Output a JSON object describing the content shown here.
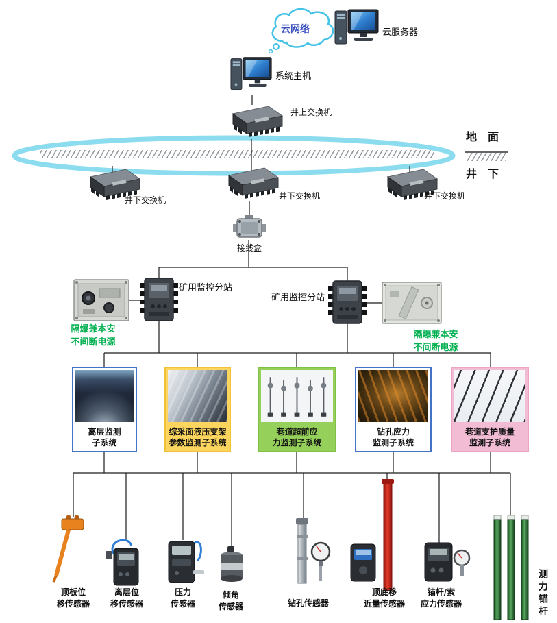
{
  "cloud": {
    "label": "云网络",
    "label_color": "#3a50c0",
    "server_label": "云服务器"
  },
  "host": {
    "label": "系统主机"
  },
  "surface_switch": {
    "label": "井上交换机"
  },
  "ground": {
    "surface_label": "地　面",
    "underground_label": "井　下"
  },
  "underground_switches": [
    {
      "label": "井下交换机"
    },
    {
      "label": "井下交换机"
    },
    {
      "label": "井下交换机"
    }
  ],
  "junction": {
    "label": "接线盒"
  },
  "substations": {
    "left_label": "矿用监控分站",
    "right_label": "矿用监控分站"
  },
  "ups": {
    "label_color": "#00b050",
    "left_label": "隔爆兼本安\n不间断电源",
    "right_label": "隔爆兼本安\n不间断电源"
  },
  "subsystems": [
    {
      "label": "离层监测\n子系统",
      "border": "#4472c4",
      "bg": "#ffffff"
    },
    {
      "label": "综采面液压支架\n参数监测子系统",
      "border": "#f2c23c",
      "bg": "#fbd55e"
    },
    {
      "label": "巷道超前应\n力监测子系统",
      "border": "#7ec145",
      "bg": "#95d05a"
    },
    {
      "label": "钻孔应力\n监测子系统",
      "border": "#4472c4",
      "bg": "#ffffff"
    },
    {
      "label": "巷道支护质量\n监测子系统",
      "border": "#eaa6c4",
      "bg": "#f2bcd4"
    }
  ],
  "sensors": [
    {
      "label": "顶板位\n移传感器"
    },
    {
      "label": "离层位\n移传感器"
    },
    {
      "label": "压力\n传感器"
    },
    {
      "label": "倾角\n传感器"
    },
    {
      "label": "钻孔传感器"
    },
    {
      "label": "顶底移\n近量传感器"
    },
    {
      "label": "锚杆/索\n应力传感器"
    },
    {
      "label": "测力锚杆"
    }
  ]
}
